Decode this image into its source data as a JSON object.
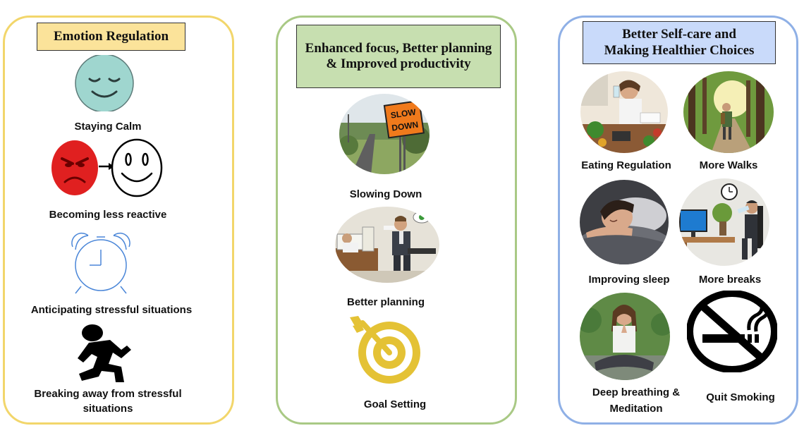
{
  "panels": {
    "emotion": {
      "title": "Emotion Regulation",
      "items": [
        {
          "label": "Staying Calm",
          "icon": "calm-face-icon"
        },
        {
          "label": "Becoming less reactive",
          "icon": "angry-to-happy-icon"
        },
        {
          "label": "Anticipating stressful situations",
          "icon": "alarm-clock-icon"
        },
        {
          "label_line1": "Breaking away from  stressful",
          "label_line2": "situations",
          "icon": "running-person-icon"
        }
      ]
    },
    "focus": {
      "title": "Enhanced focus, Better planning & Improved productivity",
      "items": [
        {
          "label": "Slowing Down",
          "icon": "slow-down-sign-photo"
        },
        {
          "label": "Better planning",
          "icon": "office-planning-photo"
        },
        {
          "label": "Goal Setting",
          "icon": "target-icon"
        }
      ]
    },
    "selfcare": {
      "title_line1": "Better Self-care and",
      "title_line2": "Making Healthier Choices",
      "items": [
        {
          "label": "Eating Regulation",
          "icon": "healthy-eating-photo"
        },
        {
          "label": "More Walks",
          "icon": "forest-walk-photo"
        },
        {
          "label": "Improving sleep",
          "icon": "sleeping-person-photo"
        },
        {
          "label": "More breaks",
          "icon": "work-break-photo"
        },
        {
          "label_line1": "Deep breathing &",
          "label_line2": "Meditation",
          "icon": "meditation-photo"
        },
        {
          "label": "Quit Smoking",
          "icon": "no-smoking-icon"
        }
      ]
    }
  },
  "colors": {
    "panel1_border": "#f2d66b",
    "panel2_border": "#a9c985",
    "panel3_border": "#8fb0e6",
    "title1_fill": "#fbe39a",
    "title2_fill": "#c7dfb0",
    "title3_fill": "#c9dafa"
  }
}
